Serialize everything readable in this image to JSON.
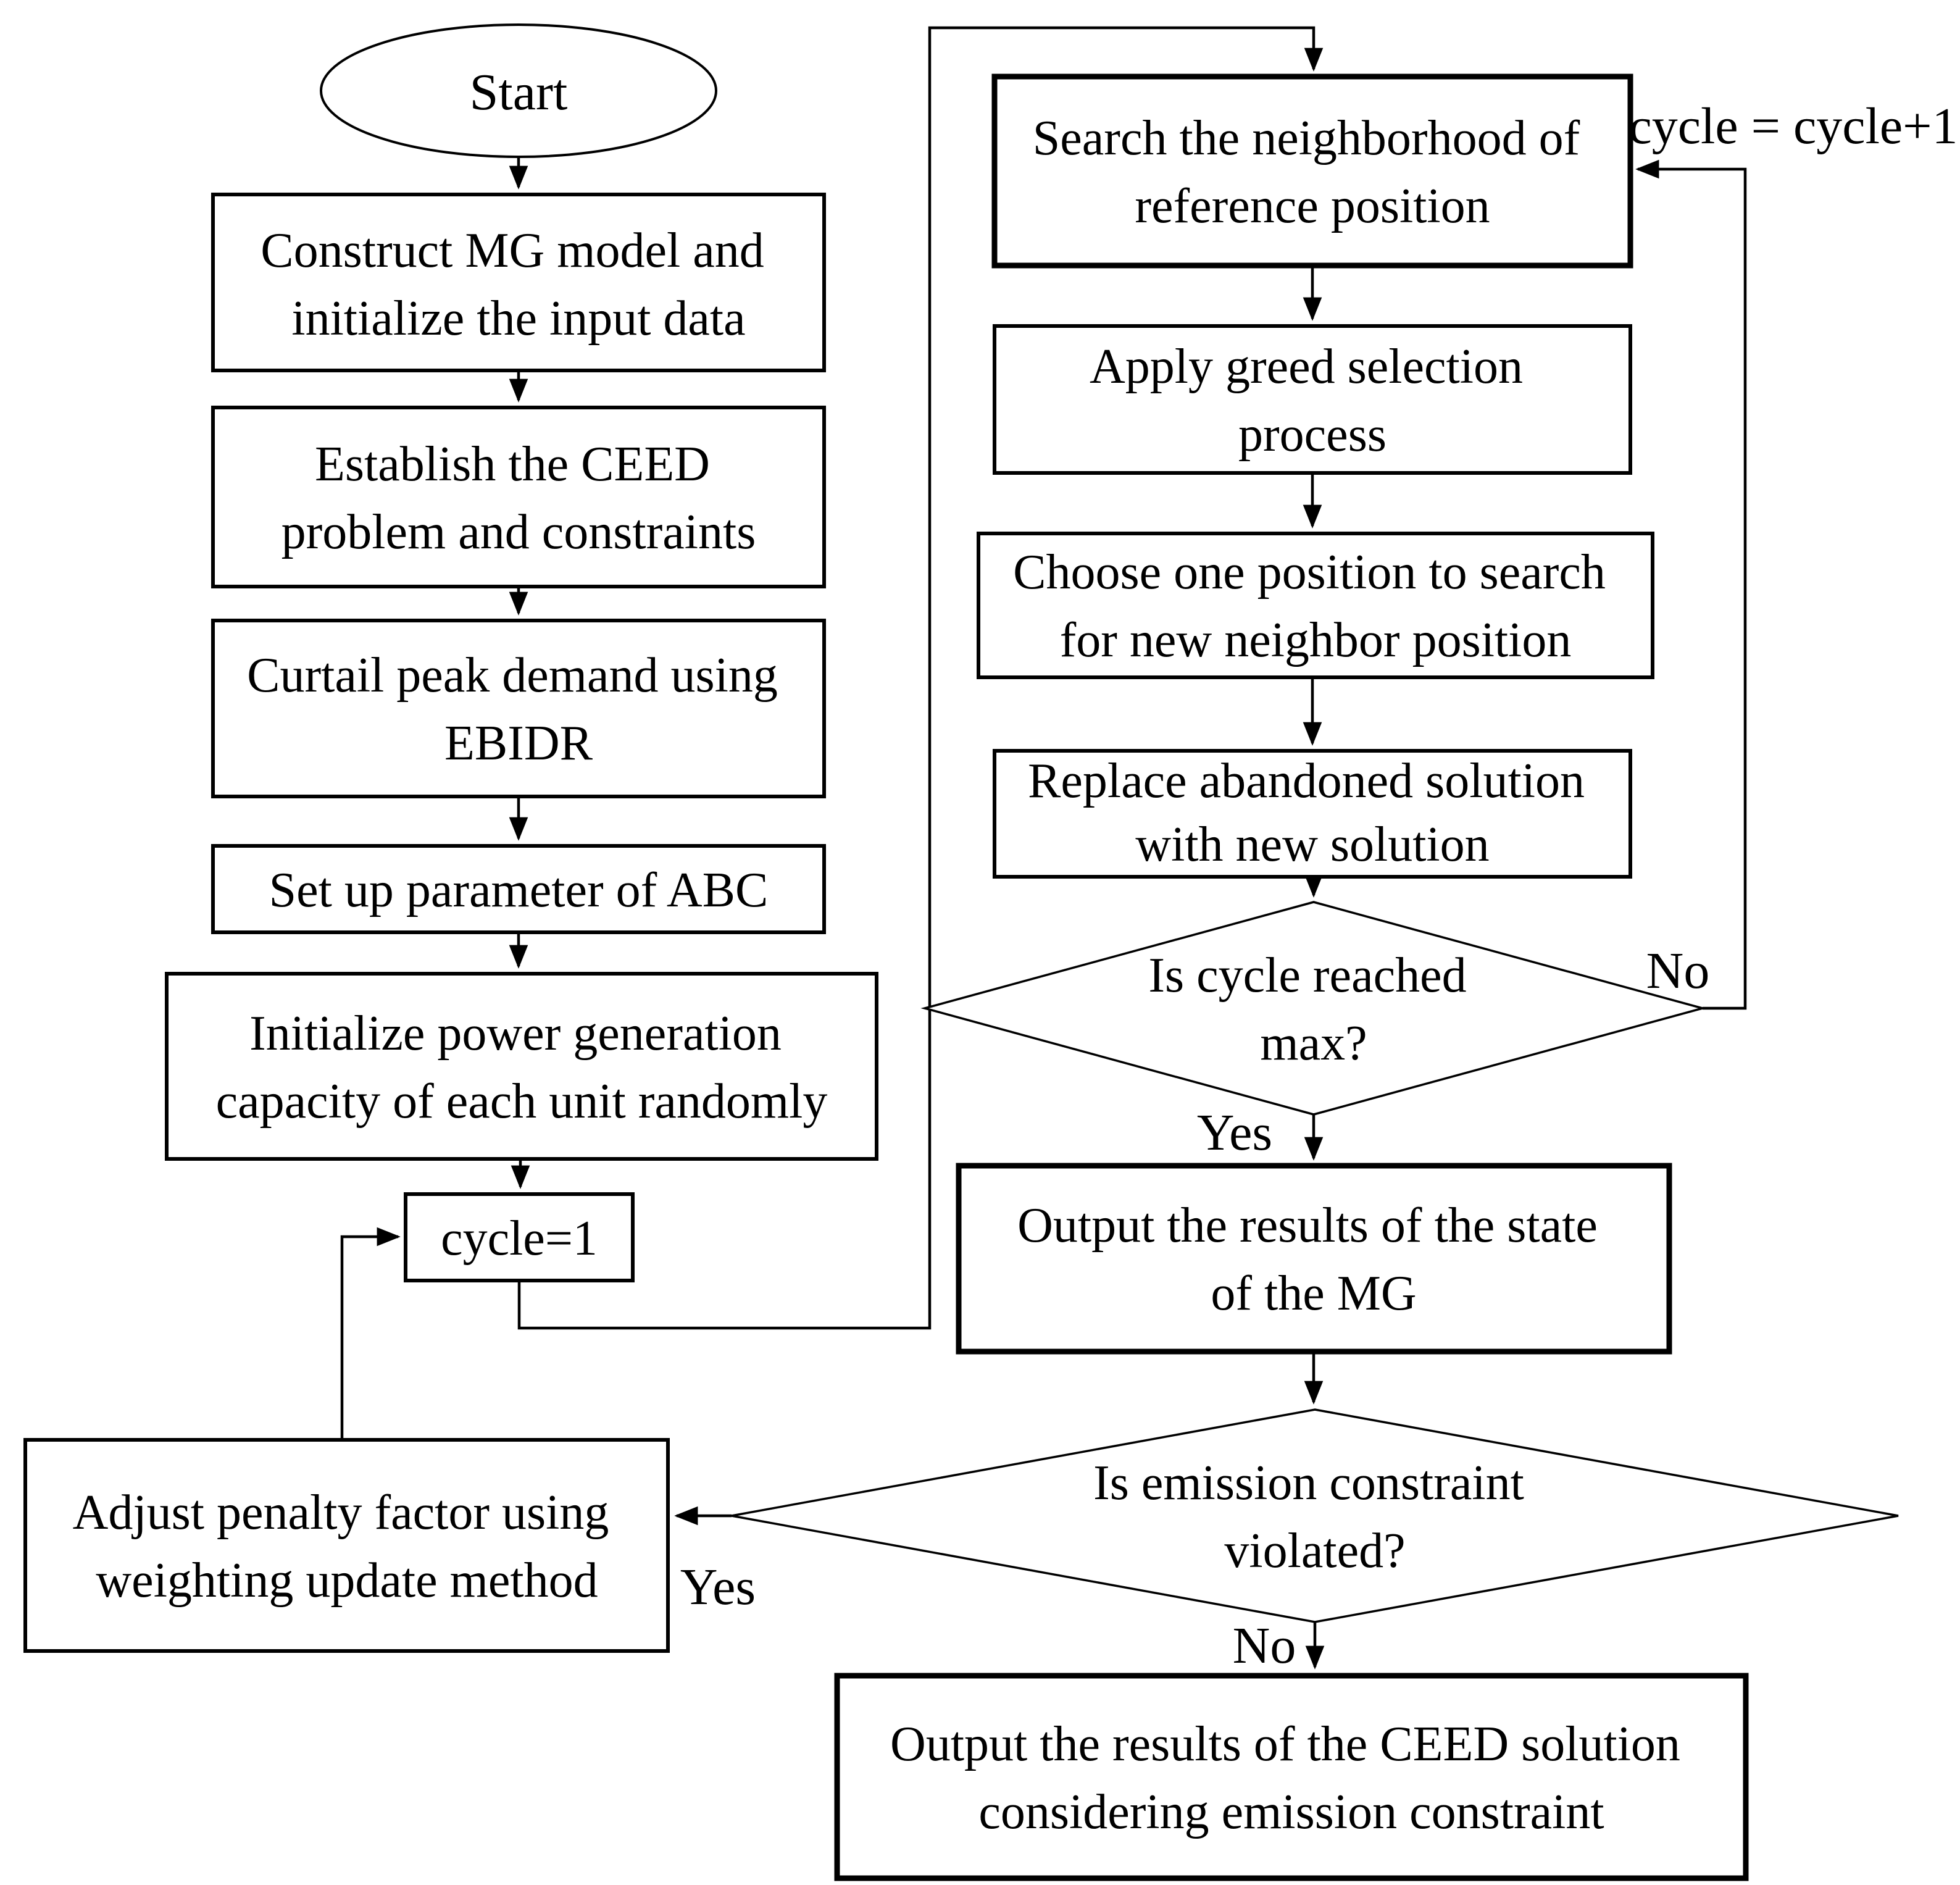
{
  "diagram": {
    "type": "flowchart",
    "colors": {
      "stroke": "#000000",
      "background": "#ffffff",
      "text": "#000000"
    },
    "nodes": {
      "start": {
        "shape": "terminator",
        "label": "Start"
      },
      "construct": {
        "shape": "process",
        "lines": [
          "Construct MG model and",
          "initialize the input data"
        ]
      },
      "establish": {
        "shape": "process",
        "lines": [
          "Establish the CEED",
          "problem and constraints"
        ]
      },
      "curtail": {
        "shape": "process",
        "lines": [
          "Curtail peak demand using",
          "EBIDR"
        ]
      },
      "setup": {
        "shape": "process",
        "lines": [
          "Set up parameter of ABC"
        ]
      },
      "initialize": {
        "shape": "process",
        "lines": [
          "Initialize power generation",
          "capacity of each unit randomly"
        ]
      },
      "cycle_init": {
        "shape": "process",
        "label": "cycle=1"
      },
      "adjust": {
        "shape": "process",
        "lines": [
          "Adjust penalty factor using",
          "weighting update method"
        ]
      },
      "search": {
        "shape": "process",
        "lines": [
          "Search the neighborhood of",
          "reference position"
        ]
      },
      "apply": {
        "shape": "process",
        "lines": [
          "Apply greed selection",
          "process"
        ]
      },
      "choose": {
        "shape": "process",
        "lines": [
          "Choose one position to search",
          "for new neighbor position"
        ]
      },
      "replace": {
        "shape": "process",
        "lines": [
          "Replace abandoned solution",
          "with new solution"
        ]
      },
      "cycle_decision": {
        "shape": "decision",
        "lines": [
          "Is cycle reached",
          "max?"
        ]
      },
      "output_state": {
        "shape": "process",
        "lines": [
          "Output the results of the state",
          "of the MG"
        ]
      },
      "emission_decision": {
        "shape": "decision",
        "lines": [
          "Is emission constraint",
          "violated?"
        ]
      },
      "output_ceed": {
        "shape": "process",
        "lines": [
          "Output the results of the CEED solution",
          "considering emission constraint"
        ]
      }
    },
    "labels": {
      "cycle_increment": "cycle = cycle+1",
      "cycle_yes": "Yes",
      "cycle_no": "No",
      "emission_yes": "Yes",
      "emission_no": "No"
    }
  }
}
